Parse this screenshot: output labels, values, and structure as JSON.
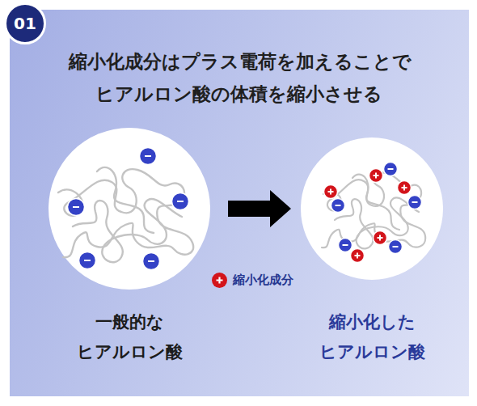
{
  "diagram": {
    "title": "縮小化成分はプラス電荷を加えることで ヒアルロン酸の体積を縮小させる",
    "nodes": [
      {
        "text": [
          "01"
        ]
      },
      {
        "text": [
          "一般的な ヒアルロン酸"
        ]
      },
      {
        "text": [
          "縮小化した ヒアルロン酸"
        ]
      }
    ],
    "edges": [
      {
        "from": 1,
        "to": 2,
        "arrow": "to"
      }
    ],
    "legend": [
      {
        "text": "縮小化成分",
        "color": "#d3141b"
      }
    ]
  }
}
